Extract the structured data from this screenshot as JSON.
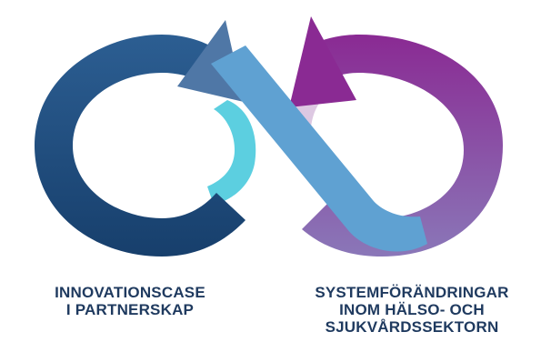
{
  "colors": {
    "left_loop_dark": "#173f6c",
    "left_loop_mid": "#2c5e92",
    "left_arrow_head": "#4f77a6",
    "left_inner_teal": "#5ccfe0",
    "center_band": "#5fa1d2",
    "right_loop_purple": "#8a2a93",
    "right_loop_lavender": "#8a77b8",
    "right_inner_pale": "#ddc8e2",
    "caption_text": "#1f3a5f"
  },
  "captions": {
    "left": {
      "line1": "INNOVATIONSCASE",
      "line2": "I PARTNERSKAP"
    },
    "right": {
      "line1": "SYSTEMFÖRÄNDRINGAR",
      "line2": "INOM HÄLSO- OCH",
      "line3": "SJUKVÅRDSSEKTORN"
    }
  }
}
